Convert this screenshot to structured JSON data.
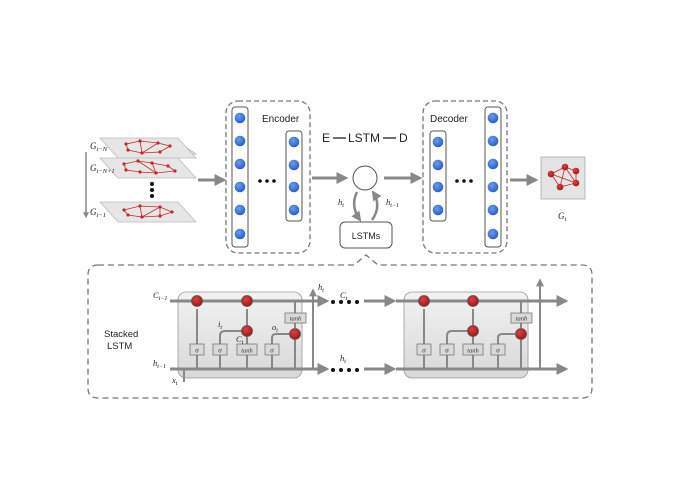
{
  "encoder": {
    "label": "Encoder"
  },
  "decoder": {
    "label": "Decoder"
  },
  "elstmd": {
    "e": "E",
    "mid": "LSTM",
    "d": "D"
  },
  "lstms_box": {
    "label": "LSTMs"
  },
  "hidden": {
    "h_t": "h",
    "h_t_sub": "t",
    "h_prev": "h",
    "h_prev_sub": "t−1"
  },
  "snapshots": {
    "g_t_minus_n": {
      "base": "G",
      "sub": "t−N"
    },
    "g_t_minus_n_plus_1": {
      "base": "G",
      "sub": "t−N+1"
    },
    "g_t_minus_1": {
      "base": "G",
      "sub": "t−1"
    }
  },
  "output": {
    "base": "G",
    "sub": "t"
  },
  "stacked": {
    "line1": "Stacked",
    "line2": "LSTM"
  },
  "cell": {
    "c_prev": {
      "base": "C",
      "sub": "t−1"
    },
    "h_prev": {
      "base": "h",
      "sub": "t−1"
    },
    "x_t": {
      "base": "x",
      "sub": "t"
    },
    "i_t": {
      "base": "i",
      "sub": "t"
    },
    "o_t": {
      "base": "o",
      "sub": "t"
    },
    "c_tilde": {
      "base": "C",
      "sub": "t"
    },
    "c_t": {
      "base": "C",
      "sub": "t"
    },
    "h_t_top": {
      "base": "h",
      "sub": "t"
    },
    "h_t_right": {
      "base": "h",
      "sub": "t"
    },
    "sigma": "σ",
    "tanh": "tanh"
  },
  "colors": {
    "node": "#3a6fd0",
    "gate": "#c8262a",
    "arrow": "#888888",
    "box": "#e0e0e0"
  }
}
